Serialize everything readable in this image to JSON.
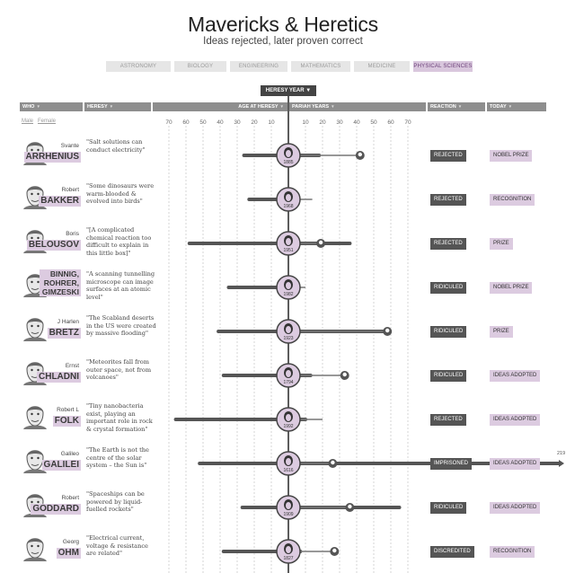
{
  "title": "Mavericks & Heretics",
  "subtitle": "Ideas rejected, later proven correct",
  "categories": [
    {
      "label": "ASTRONOMY",
      "active": false
    },
    {
      "label": "BIOLOGY",
      "active": false
    },
    {
      "label": "ENGINEERING",
      "active": false
    },
    {
      "label": "MATHEMATICS",
      "active": false
    },
    {
      "label": "MEDICINE",
      "active": false
    },
    {
      "label": "PHYSICAL SCIENCES",
      "active": true
    }
  ],
  "heresy_year_label": "HERESY YEAR",
  "columns": {
    "who": "WHO",
    "heresy": "HERESY",
    "age": "AGE AT HERESY",
    "pariah": "PARIAH YEARS",
    "reaction": "REACTION",
    "today": "TODAY"
  },
  "sort_links": {
    "male": "Male",
    "female": "Female"
  },
  "overflow_text": "219",
  "colors": {
    "accent": "#dccbe0",
    "dark": "#444444",
    "header": "#8e8e8e"
  },
  "chart_data": {
    "type": "range",
    "age_axis": {
      "ticks": [
        70,
        60,
        50,
        40,
        30,
        20,
        10
      ],
      "range": [
        0,
        70
      ]
    },
    "pariah_axis": {
      "ticks": [
        10,
        20,
        30,
        40,
        50,
        60,
        70
      ],
      "range": [
        0,
        70
      ]
    },
    "rows": [
      {
        "first": "Svante",
        "last": "ARRHENIUS",
        "heresy": "\"Salt solutions can conduct electricity\"",
        "year": "1885",
        "age": 26,
        "lifespan": 68,
        "pariah": 18,
        "death_after": 42,
        "reaction": "REJECTED",
        "today": "NOBEL PRIZE"
      },
      {
        "first": "Robert",
        "last": "BAKKER",
        "heresy": "\"Some dinosaurs were warm-blooded & evolved into birds\"",
        "year": "1968",
        "age": 23,
        "lifespan": null,
        "pariah": 0,
        "death_after": null,
        "current_after": 14,
        "reaction": "REJECTED",
        "today": "RECOGNITION"
      },
      {
        "first": "Boris",
        "last": "BELOUSOV",
        "heresy": "\"[A complicated chemical reaction too difficult to explain in this little box]\"",
        "year": "1951",
        "age": 58,
        "lifespan": null,
        "pariah": 36,
        "death_after": 19,
        "reaction": "REJECTED",
        "today": "PRIZE"
      },
      {
        "first": "",
        "last": "BINNIG, ROHRER, GIMZESKI",
        "heresy": "\"A scanning tunnelling microscope can image surfaces at an atomic level\"",
        "year": "1982",
        "age": 35,
        "lifespan": null,
        "pariah": 0,
        "death_after": null,
        "current_after": 10,
        "reaction": "RIDICULED",
        "today": "NOBEL PRIZE"
      },
      {
        "first": "J Harlen",
        "last": "BRETZ",
        "heresy": "\"The Scabland deserts in the US were created by massive flooding\"",
        "year": "1923",
        "age": 41,
        "lifespan": null,
        "pariah": 58,
        "death_after": 58,
        "reaction": "RIDICULED",
        "today": "PRIZE"
      },
      {
        "first": "Ernst",
        "last": "CHLADNI",
        "heresy": "\"Meteorites fall from outer space, not from volcanoes\"",
        "year": "1794",
        "age": 38,
        "lifespan": null,
        "pariah": 13,
        "death_after": 33,
        "reaction": "RIDICULED",
        "today": "IDEAS ADOPTED"
      },
      {
        "first": "Robert L",
        "last": "FOLK",
        "heresy": "\"Tiny nanobacteria exist, playing an important role in rock & crystal formation\"",
        "year": "1992",
        "age": 66,
        "lifespan": null,
        "pariah": 10,
        "death_after": null,
        "current_after": 20,
        "reaction": "REJECTED",
        "today": "IDEAS ADOPTED"
      },
      {
        "first": "Galileo",
        "last": "GALILEI",
        "heresy": "\"The Earth is not the centre of the solar system – the Sun is\"",
        "year": "1616",
        "age": 52,
        "lifespan": null,
        "pariah": 219,
        "death_after": 26,
        "reaction": "IMPRISONED",
        "today": "IDEAS ADOPTED"
      },
      {
        "first": "Robert",
        "last": "GODDARD",
        "heresy": "\"Spaceships can be powered by liquid-fuelled rockets\"",
        "year": "1909",
        "age": 27,
        "lifespan": null,
        "pariah": 65,
        "death_after": 36,
        "reaction": "RIDICULED",
        "today": "IDEAS ADOPTED"
      },
      {
        "first": "Georg",
        "last": "OHM",
        "heresy": "\"Electrical current, voltage & resistance are related\"",
        "year": "1827",
        "age": 38,
        "lifespan": null,
        "pariah": 7,
        "death_after": 27,
        "reaction": "DISCREDITED",
        "today": "RECOGNITION"
      }
    ]
  }
}
